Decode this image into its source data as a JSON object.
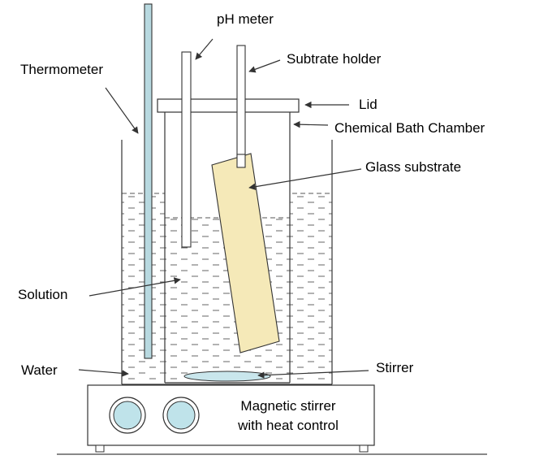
{
  "labels": {
    "ph_meter": "pH meter",
    "thermometer": "Thermometer",
    "substrate_holder": "Subtrate holder",
    "lid": "Lid",
    "chamber": "Chemical Bath Chamber",
    "glass_substrate": "Glass substrate",
    "solution": "Solution",
    "water": "Water",
    "stirrer": "Stirrer",
    "magnetic_stirrer_line1": "Magnetic stirrer",
    "magnetic_stirrer_line2": "with heat control"
  },
  "colors": {
    "outline": "#333333",
    "thermometer_fill": "#b8d9e0",
    "stirrer_fill": "#c9e6ec",
    "knob_fill": "#bfe3ea",
    "substrate_fill": "#f5e9b8",
    "liquid_dash": "#555555"
  }
}
